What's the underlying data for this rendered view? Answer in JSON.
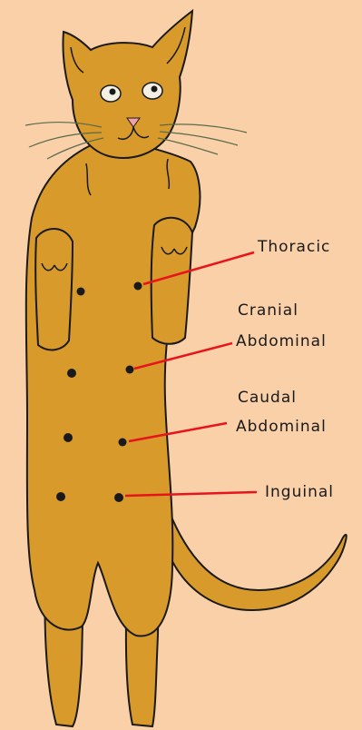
{
  "colors": {
    "background": "#f9d0a8",
    "cat_fill": "#d89a2a",
    "outline": "#1a1a1a",
    "pointer": "#e8141b",
    "nose": "#f0a0a8"
  },
  "labels": {
    "thoracic": "Thoracic",
    "cranial_1": "Cranial",
    "cranial_2": "Abdominal",
    "caudal_1": "Caudal",
    "caudal_2": "Abdominal",
    "inguinal": "Inguinal"
  }
}
